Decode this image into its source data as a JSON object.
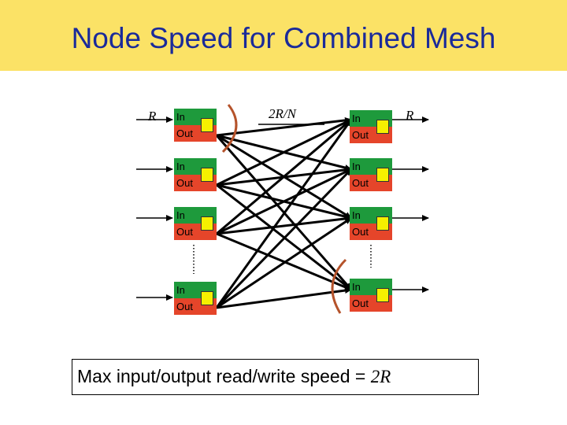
{
  "title": "Node Speed for Combined Mesh",
  "labels": {
    "input_rate": "R",
    "mesh_rate": "2R/N",
    "output_rate": "R"
  },
  "node_text": {
    "in": "In",
    "out": "Out"
  },
  "result": {
    "text": "Max input/output read/write speed = ",
    "value": "2R"
  },
  "colors": {
    "header": "#fbe266",
    "title": "#1a2a9a",
    "in_port": "#1e9a3c",
    "out_port": "#e5452a",
    "buffer": "#f6f000",
    "highlight_arc": "#b5532b"
  }
}
